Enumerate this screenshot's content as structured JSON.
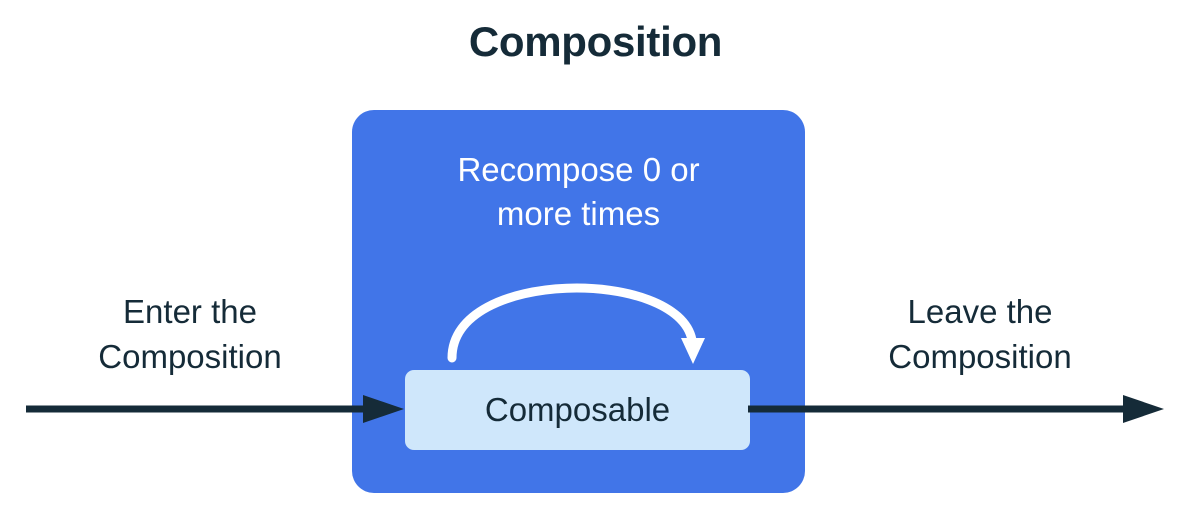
{
  "title": "Composition",
  "panel": {
    "name": "composition-panel",
    "color": "#4175E8",
    "recompose_label_line1": "Recompose 0 or",
    "recompose_label_line2": "more times",
    "recompose_label": "Recompose 0 or more times",
    "recompose_text_color": "#FFFFFF"
  },
  "composable": {
    "label": "Composable",
    "box_color": "#CFE7FB",
    "text_color": "#152B38"
  },
  "flow": {
    "enter_label_line1": "Enter the",
    "enter_label_line2": "Composition",
    "enter_label": "Enter the Composition",
    "leave_label_line1": "Leave the",
    "leave_label_line2": "Composition",
    "leave_label": "Leave the Composition",
    "arrow_color": "#152B38"
  },
  "colors": {
    "background": "#FFFFFF",
    "accent_blue": "#4175E8",
    "light_blue": "#CFE7FB",
    "dark_navy": "#152B38",
    "white": "#FFFFFF"
  },
  "icons": {
    "recompose_loop": "curved-loop-arrow-icon",
    "enter_flow": "right-arrow-icon",
    "leave_flow": "right-arrow-icon"
  }
}
